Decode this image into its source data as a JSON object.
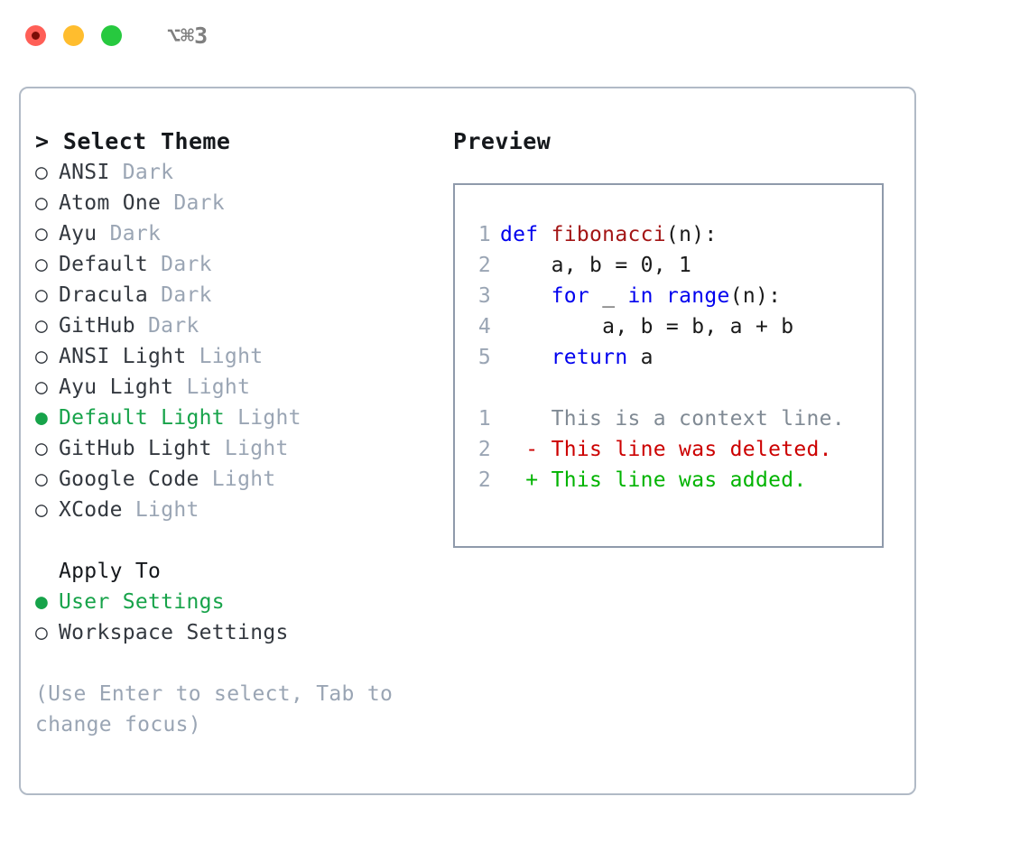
{
  "titlebar": {
    "shortcut": "⌥⌘3",
    "buttons": {
      "close": "close-button",
      "minimize": "minimize-button",
      "maximize": "maximize-button"
    }
  },
  "theme_picker": {
    "heading": "> Select Theme",
    "selected_bullet": "●",
    "unselected_bullet": "○",
    "items": [
      {
        "name": "ANSI",
        "tag": "Dark",
        "selected": false
      },
      {
        "name": "Atom One",
        "tag": "Dark",
        "selected": false
      },
      {
        "name": "Ayu",
        "tag": "Dark",
        "selected": false
      },
      {
        "name": "Default",
        "tag": "Dark",
        "selected": false
      },
      {
        "name": "Dracula",
        "tag": "Dark",
        "selected": false
      },
      {
        "name": "GitHub",
        "tag": "Dark",
        "selected": false
      },
      {
        "name": "ANSI Light",
        "tag": "Light",
        "selected": false
      },
      {
        "name": "Ayu Light",
        "tag": "Light",
        "selected": false
      },
      {
        "name": "Default Light",
        "tag": "Light",
        "selected": true
      },
      {
        "name": "GitHub Light",
        "tag": "Light",
        "selected": false
      },
      {
        "name": "Google Code",
        "tag": "Light",
        "selected": false
      },
      {
        "name": "XCode",
        "tag": "Light",
        "selected": false
      }
    ]
  },
  "apply_to": {
    "heading": "Apply To",
    "items": [
      {
        "name": "User Settings",
        "selected": true
      },
      {
        "name": "Workspace Settings",
        "selected": false
      }
    ]
  },
  "help": {
    "text": "(Use Enter to select, Tab to change focus)"
  },
  "preview": {
    "heading": "Preview",
    "code_lines": [
      {
        "no": "1",
        "segments": [
          {
            "text": "def ",
            "type": "kw"
          },
          {
            "text": "fibonacci",
            "type": "fn"
          },
          {
            "text": "(n):",
            "type": "plain"
          }
        ]
      },
      {
        "no": "2",
        "segments": [
          {
            "text": "    a, b = 0, 1",
            "type": "plain"
          }
        ]
      },
      {
        "no": "3",
        "segments": [
          {
            "text": "    ",
            "type": "plain"
          },
          {
            "text": "for",
            "type": "kw"
          },
          {
            "text": " _ ",
            "type": "plain"
          },
          {
            "text": "in",
            "type": "kw"
          },
          {
            "text": " ",
            "type": "plain"
          },
          {
            "text": "range",
            "type": "kw"
          },
          {
            "text": "(n):",
            "type": "plain"
          }
        ]
      },
      {
        "no": "4",
        "segments": [
          {
            "text": "        a, b = b, a + b",
            "type": "plain"
          }
        ]
      },
      {
        "no": "5",
        "segments": [
          {
            "text": "    ",
            "type": "plain"
          },
          {
            "text": "return",
            "type": "kw"
          },
          {
            "text": " a",
            "type": "plain"
          }
        ]
      }
    ],
    "diff_lines": [
      {
        "no": "1",
        "marker": "  ",
        "text": "This is a context line.",
        "kind": "context"
      },
      {
        "no": "2",
        "marker": "- ",
        "text": "This line was deleted.",
        "kind": "del"
      },
      {
        "no": "2",
        "marker": "+ ",
        "text": "This line was added.",
        "kind": "add"
      }
    ]
  },
  "colors": {
    "accent_green": "#17a34a",
    "muted": "#9aa5b4",
    "keyword_blue": "#0000ee",
    "function_red": "#a31515",
    "diff_del_red": "#cc0000",
    "diff_add_green": "#00b300",
    "panel_border": "#b1bac6",
    "preview_border": "#8f9aab"
  }
}
